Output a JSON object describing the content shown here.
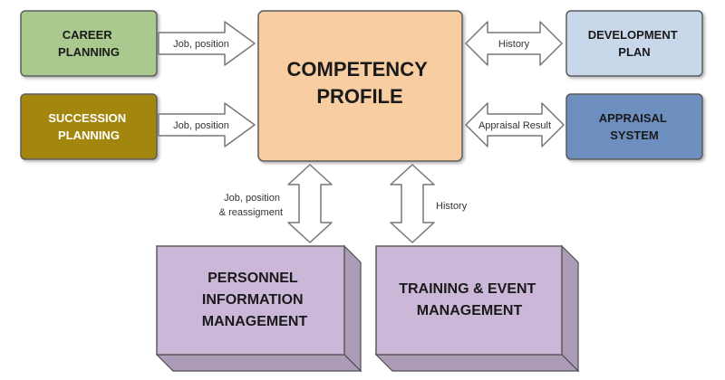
{
  "boxes": {
    "center": {
      "lines": [
        "COMPETENCY",
        "PROFILE"
      ],
      "fill": "#f9cda2"
    },
    "career_planning": {
      "lines": [
        "CAREER",
        "PLANNING"
      ],
      "fill": "#a9c98f"
    },
    "succession_planning": {
      "lines": [
        "SUCCESSION",
        "PLANNING"
      ],
      "fill": "#a3860f"
    },
    "development_plan": {
      "lines": [
        "DEVELOPMENT",
        "PLAN"
      ],
      "fill": "#c9d7ea"
    },
    "appraisal_system": {
      "lines": [
        "APPRAISAL",
        "SYSTEM"
      ],
      "fill": "#6d8fbf"
    },
    "personnel_information_management": {
      "lines": [
        "PERSONNEL",
        "INFORMATION",
        "MANAGEMENT"
      ],
      "fill": "#cbb8d9"
    },
    "training_event_management": {
      "lines": [
        "TRAINING & EVENT",
        "MANAGEMENT"
      ],
      "fill": "#cbb8d9"
    }
  },
  "arrows": {
    "career_to_center": {
      "label": "Job, position"
    },
    "succession_to_center": {
      "label": "Job, position"
    },
    "center_development": {
      "label": "History"
    },
    "center_appraisal": {
      "label": "Appraisal Result"
    },
    "center_personnel": {
      "lines": [
        "Job, position",
        "& reassigment"
      ]
    },
    "center_training": {
      "label": "History"
    }
  },
  "colors": {
    "arrow_fill": "#ffffff",
    "arrow_stroke": "#777777",
    "box_stroke": "#5c5c5c"
  }
}
